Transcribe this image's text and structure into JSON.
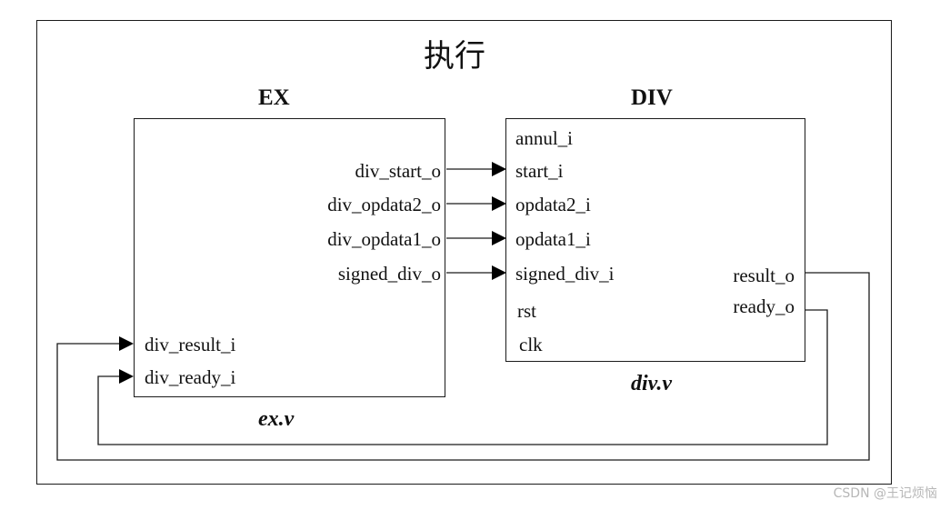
{
  "diagram": {
    "title": "执行",
    "ex_module": {
      "name": "EX",
      "file": "ex.v",
      "outputs": [
        "div_start_o",
        "div_opdata2_o",
        "div_opdata1_o",
        "signed_div_o"
      ],
      "inputs": [
        "div_result_i",
        "div_ready_i"
      ]
    },
    "div_module": {
      "name": "DIV",
      "file": "div.v",
      "inputs": [
        "annul_i",
        "start_i",
        "opdata2_i",
        "opdata1_i",
        "signed_div_i",
        "rst",
        "clk"
      ],
      "outputs": [
        "result_o",
        "ready_o"
      ]
    }
  },
  "watermark": "CSDN @王记烦恼"
}
